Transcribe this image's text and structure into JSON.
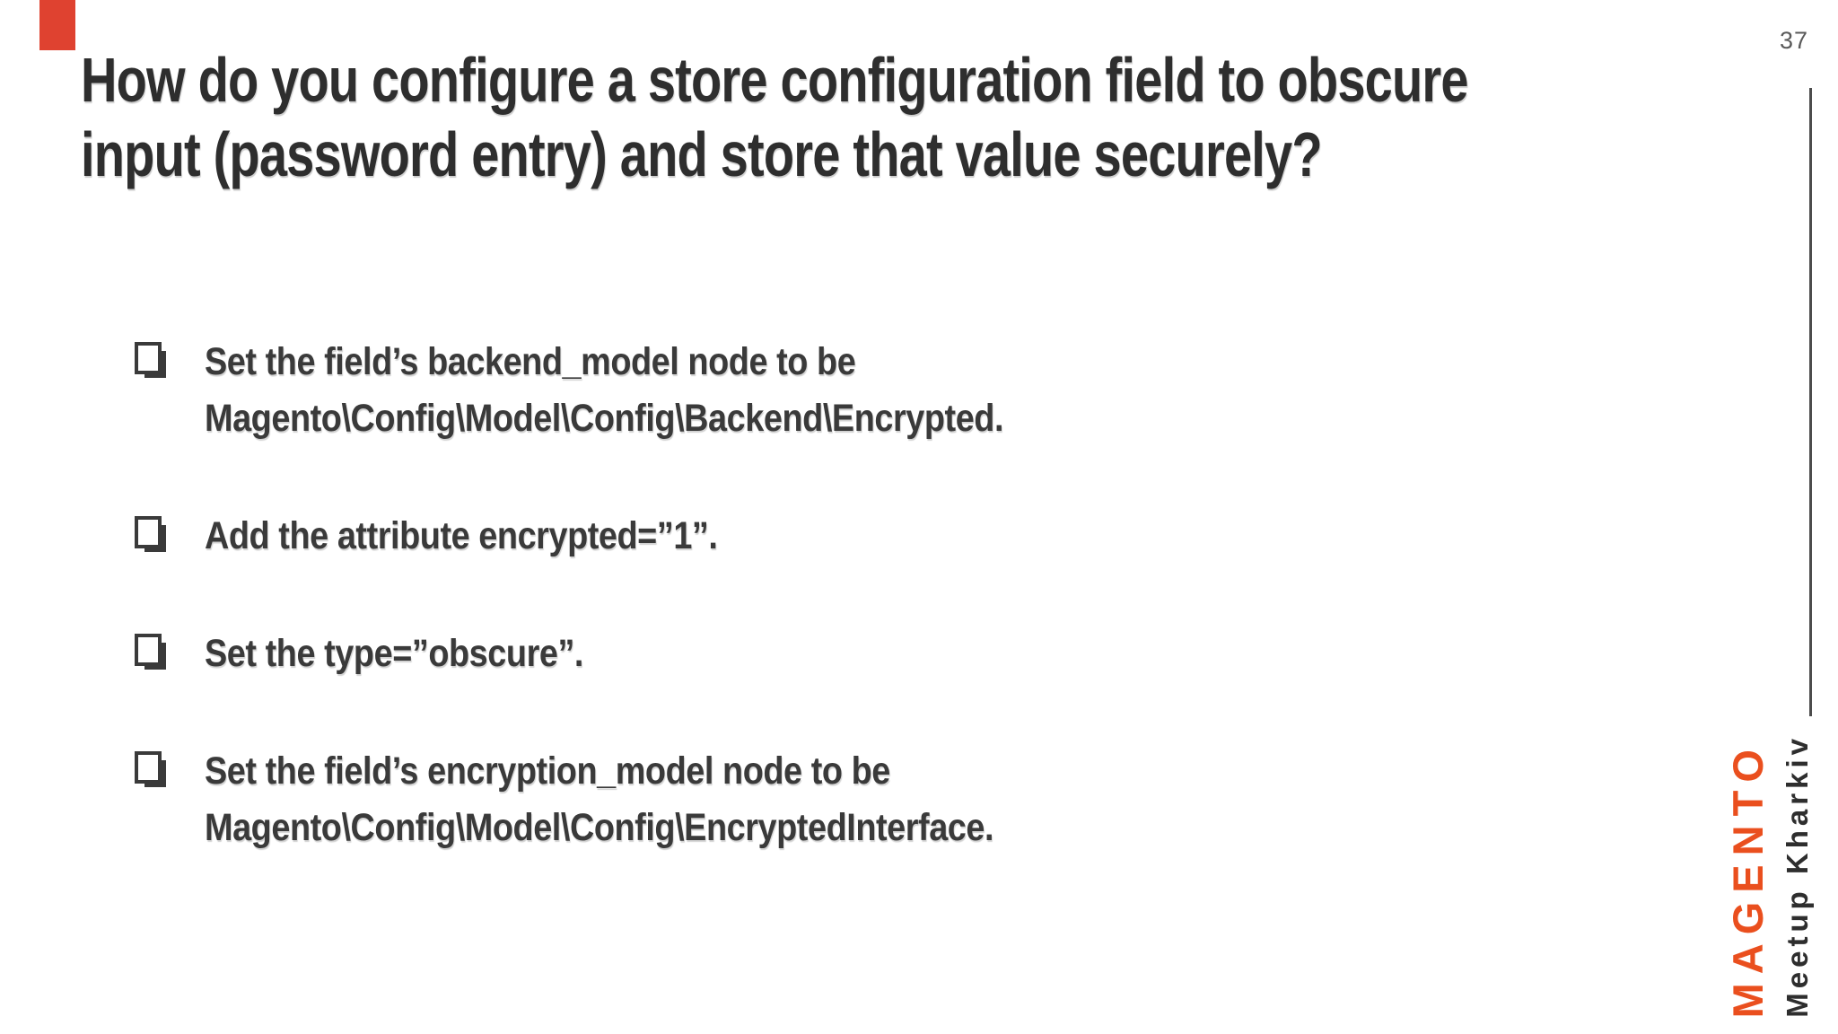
{
  "slide": {
    "page_number": "37",
    "title": "How do you configure a store configuration field to obscure\ninput (password entry) and store that value securely?",
    "checklist": [
      {
        "text": "Set the field’s backend_model node to be\nMagento\\Config\\Model\\Config\\Backend\\Encrypted."
      },
      {
        "text": "Add the attribute encrypted=”1”."
      },
      {
        "text": "Set the type=”obscure”."
      },
      {
        "text": "Set the field’s encryption_model node to be\nMagento\\Config\\Model\\Config\\EncryptedInterface."
      }
    ],
    "brand": {
      "name": "MAGENTO",
      "event": "Meetup Kharkiv"
    },
    "colors": {
      "accent_orange": "#ea4f1e",
      "accent_red_bar": "#df4230",
      "title_text": "#2e2e2e",
      "body_text": "#3a3a3a",
      "page_number_text": "#5a5a5a",
      "rule": "#4c4c4c",
      "background": "#ffffff"
    }
  }
}
